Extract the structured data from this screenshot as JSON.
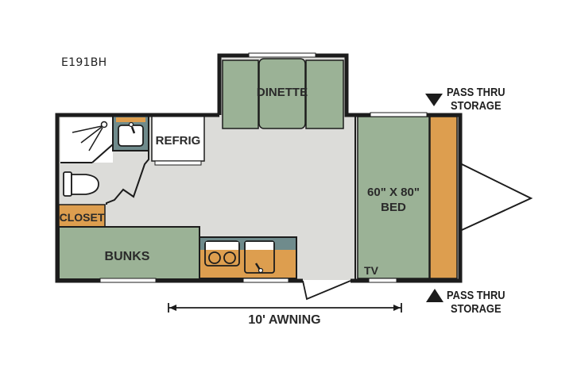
{
  "model": "E191BH",
  "colors": {
    "wall": "#1c1c1c",
    "floor": "#dcdcd9",
    "furniture_green": "#9bb296",
    "cabinet_orange": "#dd9e4f",
    "counter_slate": "#6f8b8c",
    "fixture_white": "#ffffff"
  },
  "rooms": {
    "dinette": "DINETTE",
    "refrigerator": "REFRIG",
    "closet": "CLOSET",
    "bunks": "BUNKS",
    "bed_size": "60\" X 80\"",
    "bed": "BED",
    "tv": "TV"
  },
  "storage_top": {
    "line1": "PASS THRU",
    "line2": "STORAGE"
  },
  "storage_bottom": {
    "line1": "PASS THRU",
    "line2": "STORAGE"
  },
  "awning": "10' AWNING"
}
